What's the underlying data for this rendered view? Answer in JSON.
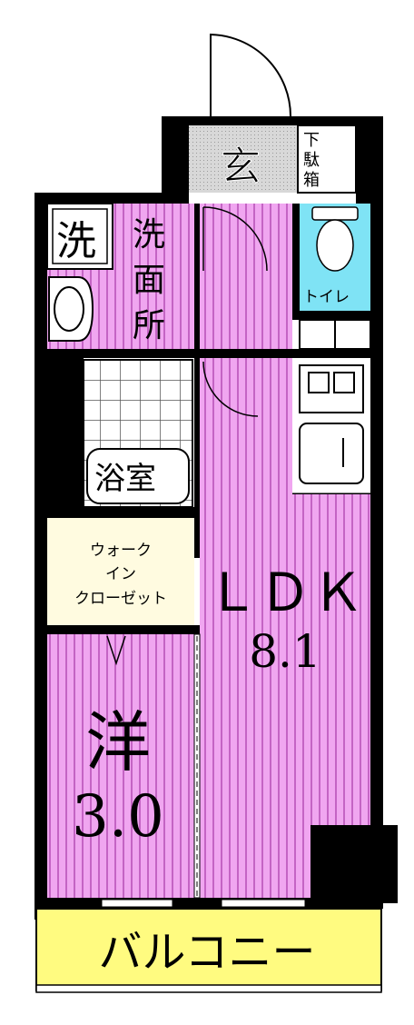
{
  "rooms": {
    "entrance": {
      "label": "玄"
    },
    "shoe_box": {
      "label_1": "下",
      "label_2": "駄",
      "label_3": "箱"
    },
    "washer": {
      "label": "洗"
    },
    "washroom": {
      "label_1": "洗",
      "label_2": "面",
      "label_3": "所"
    },
    "toilet": {
      "label": "トイレ"
    },
    "bath": {
      "label": "浴室"
    },
    "walk_in_closet": {
      "line_1": "ウォーク",
      "line_2": "イン",
      "line_3": "クローゼット"
    },
    "ldk": {
      "label": "ＬＤＫ",
      "size": "8.1"
    },
    "western": {
      "label": "洋",
      "size": "3.0"
    },
    "balcony": {
      "label": "バルコニー"
    }
  },
  "colors": {
    "pink_floor": "#f0a6f0",
    "pink_stripe": "#c464c4",
    "toilet_floor": "#7fe3f5",
    "closet_floor": "#fffbe0",
    "balcony_floor": "#fffb80",
    "wall": "#000000"
  }
}
